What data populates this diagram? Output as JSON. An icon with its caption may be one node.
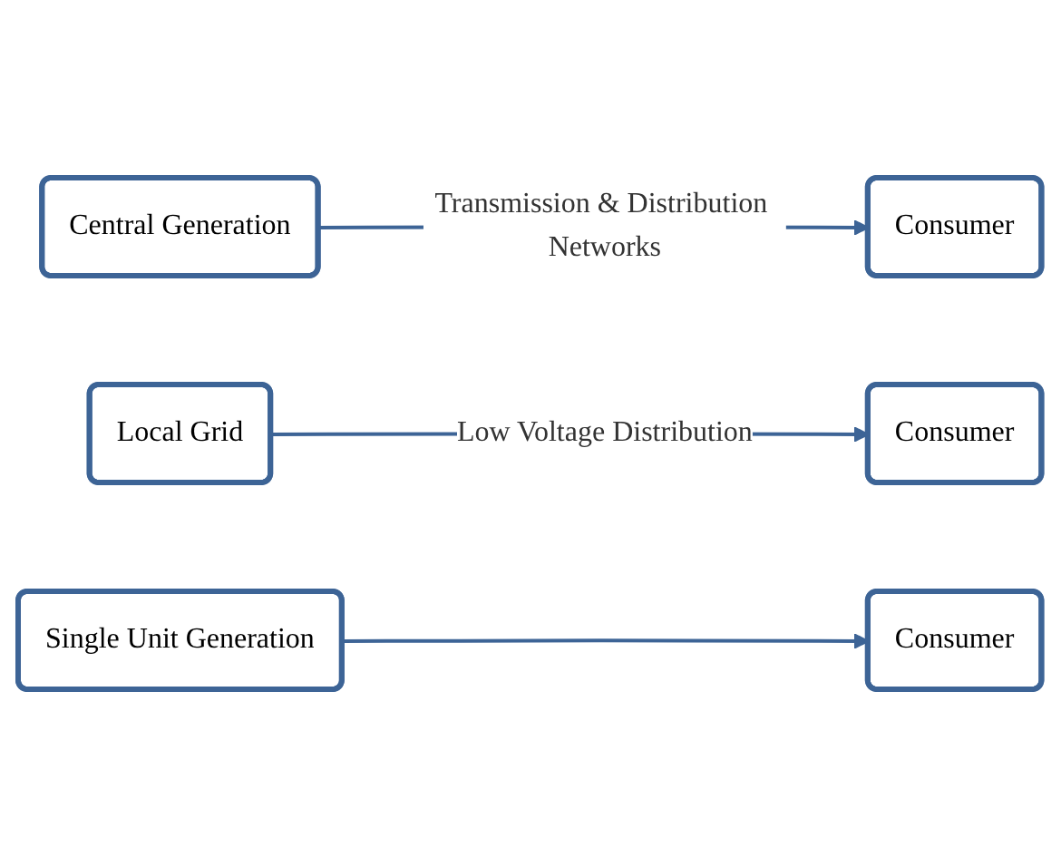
{
  "diagram": {
    "nodes": [
      {
        "text": [
          "Central Generation"
        ]
      },
      {
        "text": [
          "Consumer"
        ]
      },
      {
        "text": [
          "Local Grid"
        ]
      },
      {
        "text": [
          "Consumer"
        ]
      },
      {
        "text": [
          "Single Unit Generation"
        ]
      },
      {
        "text": [
          "Consumer"
        ]
      }
    ],
    "edges": [
      {
        "from": 0,
        "to": 1,
        "arrow": "to",
        "label": "Transmission & Distribution Networks"
      },
      {
        "from": 2,
        "to": 3,
        "arrow": "to",
        "label": "Low Voltage Distribution"
      },
      {
        "from": 4,
        "to": 5,
        "arrow": "to"
      }
    ]
  }
}
